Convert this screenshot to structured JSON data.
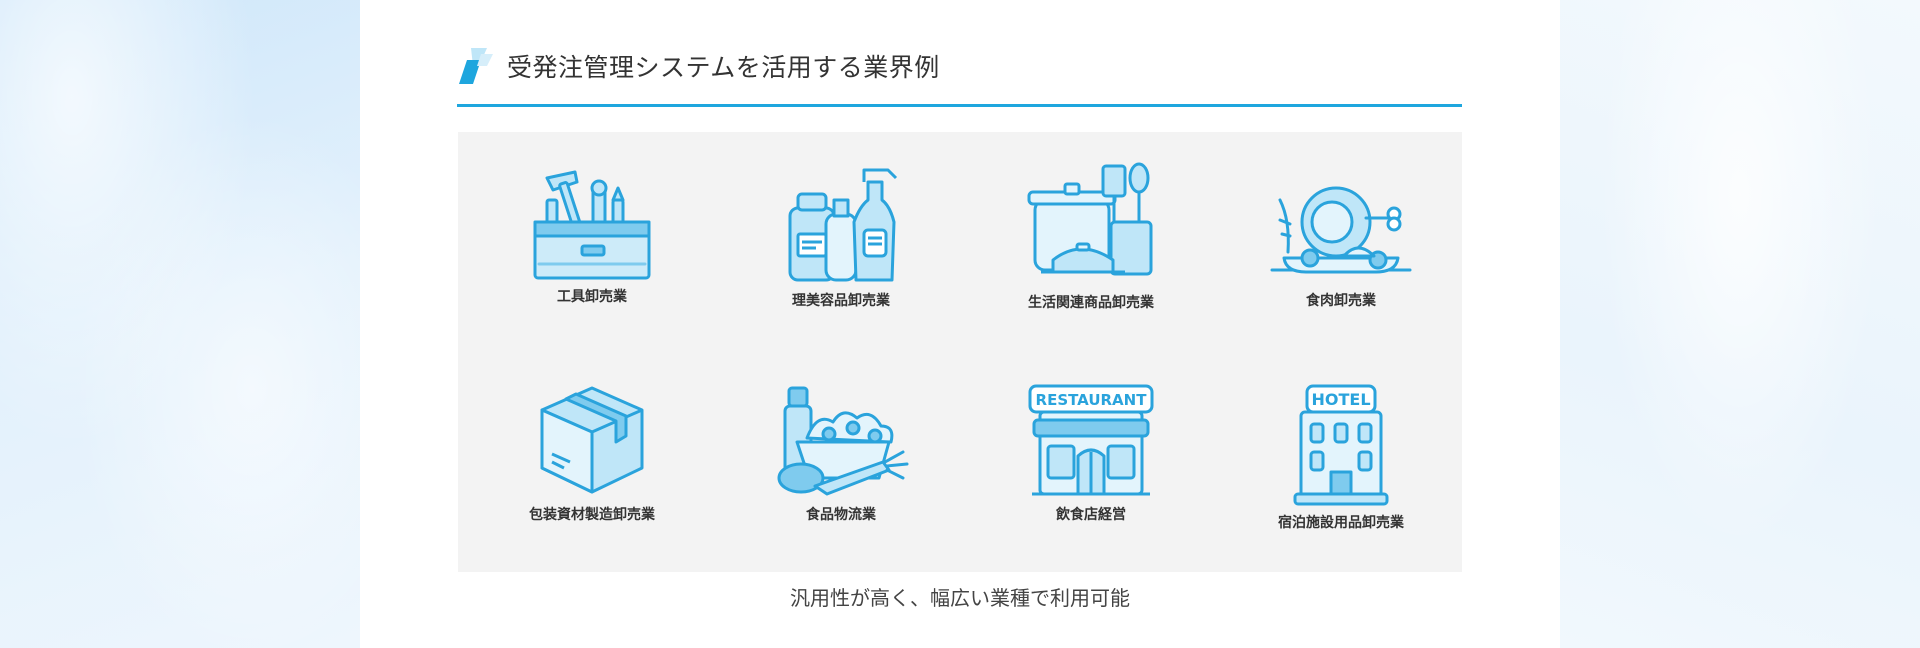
{
  "section": {
    "title": "受発注管理システムを活用する業界例",
    "caption": "汎用性が高く、幅広い業種で利用可能"
  },
  "industries": [
    {
      "label": "工具卸売業",
      "icon": "toolbox-icon"
    },
    {
      "label": "理美容品卸売業",
      "icon": "beauty-bottles-icon"
    },
    {
      "label": "生活関連商品卸売業",
      "icon": "kitchenware-icon"
    },
    {
      "label": "食肉卸売業",
      "icon": "meat-icon"
    },
    {
      "label": "包装資材製造卸売業",
      "icon": "cardboard-box-icon"
    },
    {
      "label": "食品物流業",
      "icon": "groceries-icon"
    },
    {
      "label": "飲食店経営",
      "icon": "restaurant-icon",
      "sign": "RESTAURANT"
    },
    {
      "label": "宿泊施設用品卸売業",
      "icon": "hotel-icon",
      "sign": "HOTEL"
    }
  ],
  "colors": {
    "accent": "#1ea6de",
    "icon_fill": "#bfe6f8",
    "icon_stroke": "#2aa3dc",
    "grid_background": "#f3f3f3"
  }
}
